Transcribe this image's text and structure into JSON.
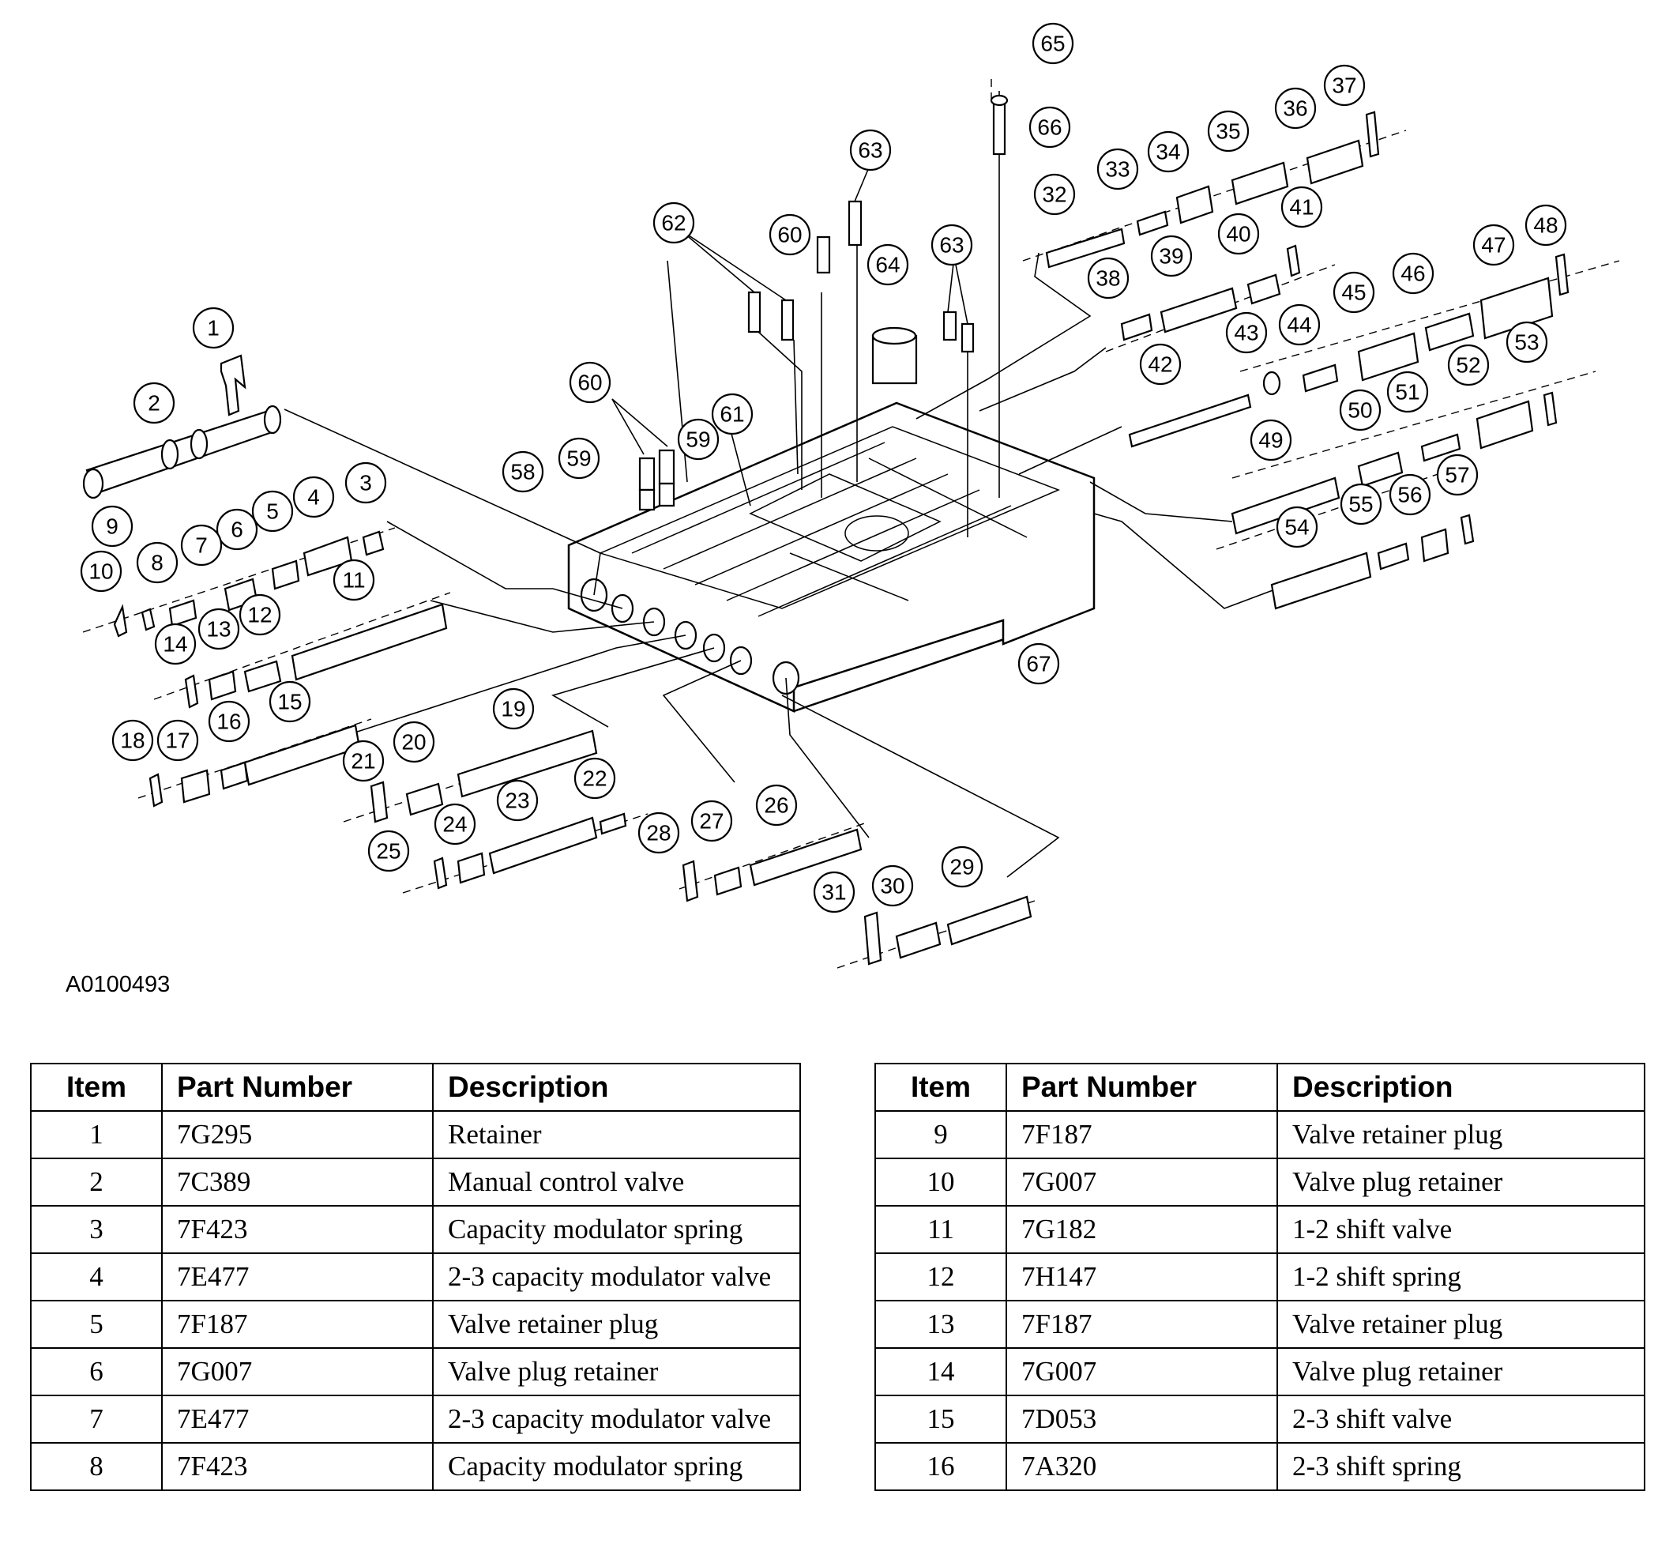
{
  "figure_id": "A0100493",
  "callouts": [
    "1",
    "2",
    "3",
    "4",
    "5",
    "6",
    "7",
    "8",
    "9",
    "10",
    "11",
    "12",
    "13",
    "14",
    "15",
    "16",
    "17",
    "18",
    "19",
    "20",
    "21",
    "22",
    "23",
    "24",
    "25",
    "26",
    "27",
    "28",
    "29",
    "30",
    "31",
    "32",
    "33",
    "34",
    "35",
    "36",
    "37",
    "38",
    "39",
    "40",
    "41",
    "42",
    "43",
    "44",
    "45",
    "46",
    "47",
    "48",
    "49",
    "50",
    "51",
    "52",
    "53",
    "54",
    "55",
    "56",
    "57",
    "58",
    "59",
    "59",
    "60",
    "60",
    "61",
    "62",
    "63",
    "63",
    "64",
    "65",
    "66",
    "67"
  ],
  "table_headers": {
    "item": "Item",
    "part_number": "Part Number",
    "description": "Description"
  },
  "table_left": [
    {
      "item": "1",
      "part": "7G295",
      "desc": "Retainer"
    },
    {
      "item": "2",
      "part": "7C389",
      "desc": "Manual control valve"
    },
    {
      "item": "3",
      "part": "7F423",
      "desc": "Capacity modulator spring"
    },
    {
      "item": "4",
      "part": "7E477",
      "desc": "2-3 capacity modulator valve"
    },
    {
      "item": "5",
      "part": "7F187",
      "desc": "Valve retainer plug"
    },
    {
      "item": "6",
      "part": "7G007",
      "desc": "Valve plug retainer"
    },
    {
      "item": "7",
      "part": "7E477",
      "desc": "2-3 capacity modulator valve"
    },
    {
      "item": "8",
      "part": "7F423",
      "desc": "Capacity modulator spring"
    }
  ],
  "table_right": [
    {
      "item": "9",
      "part": "7F187",
      "desc": "Valve retainer plug"
    },
    {
      "item": "10",
      "part": "7G007",
      "desc": "Valve plug retainer"
    },
    {
      "item": "11",
      "part": "7G182",
      "desc": "1-2 shift valve"
    },
    {
      "item": "12",
      "part": "7H147",
      "desc": "1-2 shift spring"
    },
    {
      "item": "13",
      "part": "7F187",
      "desc": "Valve retainer plug"
    },
    {
      "item": "14",
      "part": "7G007",
      "desc": "Valve plug retainer"
    },
    {
      "item": "15",
      "part": "7D053",
      "desc": "2-3 shift valve"
    },
    {
      "item": "16",
      "part": "7A320",
      "desc": "2-3 shift spring"
    }
  ]
}
